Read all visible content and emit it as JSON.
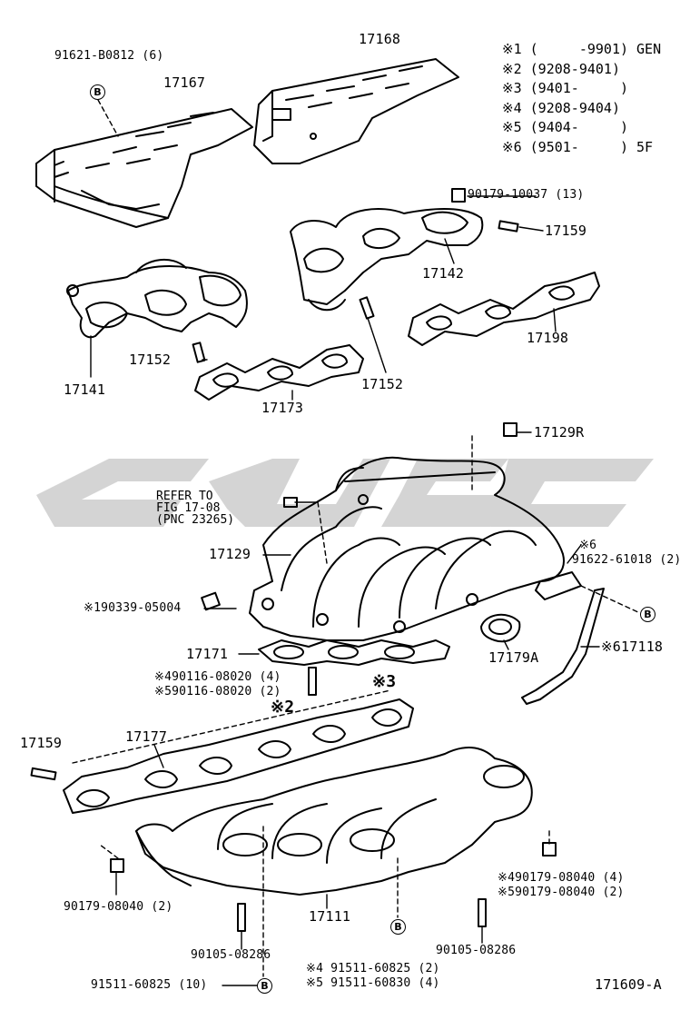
{
  "legend": [
    "※1 (     -9901) GEN",
    "※2 (9208-9401)",
    "※3 (9401-     )",
    "※4 (9208-9404)",
    "※5 (9404-     )",
    "※6 (9501-     ) 5F"
  ],
  "labels": {
    "l91621": "91621-B0812 (6)",
    "l17167": "17167",
    "l17168": "17168",
    "l90179_13": "90179-10037 (13)",
    "l17159_top": "17159",
    "l17142": "17142",
    "l17198": "17198",
    "l17152_left": "17152",
    "l17141": "17141",
    "l17173": "17173",
    "l17152_right": "17152",
    "l17129R": "17129R",
    "refer": "REFER TO\nFIG 17-08\n(PNC 23265)",
    "l17129": "17129",
    "l6mark": "※6",
    "l91622": "91622-61018 (2)",
    "l190339": "※190339-05004",
    "l17171": "17171",
    "l17179A": "17179A",
    "l617118": "※617118",
    "l490116": "※490116-08020 (4)",
    "l590116": "※590116-08020 (2)",
    "l3mark": "※3",
    "l2mark": "※2",
    "l17159_bot": "17159",
    "l17177": "17177",
    "l490179": "※490179-08040 (4)",
    "l590179": "※590179-08040 (2)",
    "l90179_2": "90179-08040 (2)",
    "l17111": "17111",
    "l90105_left": "90105-08286",
    "l90105_right": "90105-08286",
    "l491511": "※4 91511-60825 (2)",
    "l591511": "※5 91511-60830 (4)",
    "l91511_10": "91511-60825 (10)",
    "l171609": "171609-A"
  },
  "badges": {
    "b": "B"
  }
}
